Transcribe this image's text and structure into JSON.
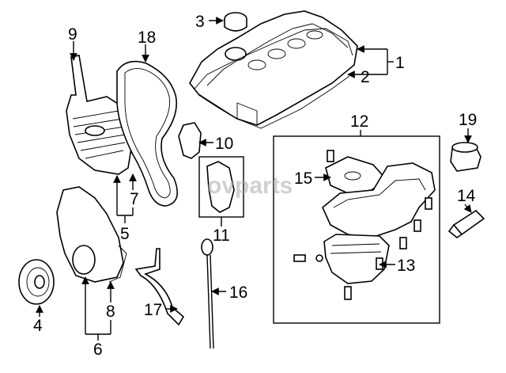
{
  "watermark": "ovparts",
  "callouts": [
    {
      "id": "1",
      "text": "1"
    },
    {
      "id": "2",
      "text": "2"
    },
    {
      "id": "3",
      "text": "3"
    },
    {
      "id": "4",
      "text": "4"
    },
    {
      "id": "5",
      "text": "5"
    },
    {
      "id": "6",
      "text": "6"
    },
    {
      "id": "7",
      "text": "7"
    },
    {
      "id": "8",
      "text": "8"
    },
    {
      "id": "9",
      "text": "9"
    },
    {
      "id": "10",
      "text": "10"
    },
    {
      "id": "11",
      "text": "11"
    },
    {
      "id": "12",
      "text": "12"
    },
    {
      "id": "13",
      "text": "13"
    },
    {
      "id": "14",
      "text": "14"
    },
    {
      "id": "15",
      "text": "15"
    },
    {
      "id": "16",
      "text": "16"
    },
    {
      "id": "17",
      "text": "17"
    },
    {
      "id": "18",
      "text": "18"
    },
    {
      "id": "19",
      "text": "19"
    }
  ]
}
